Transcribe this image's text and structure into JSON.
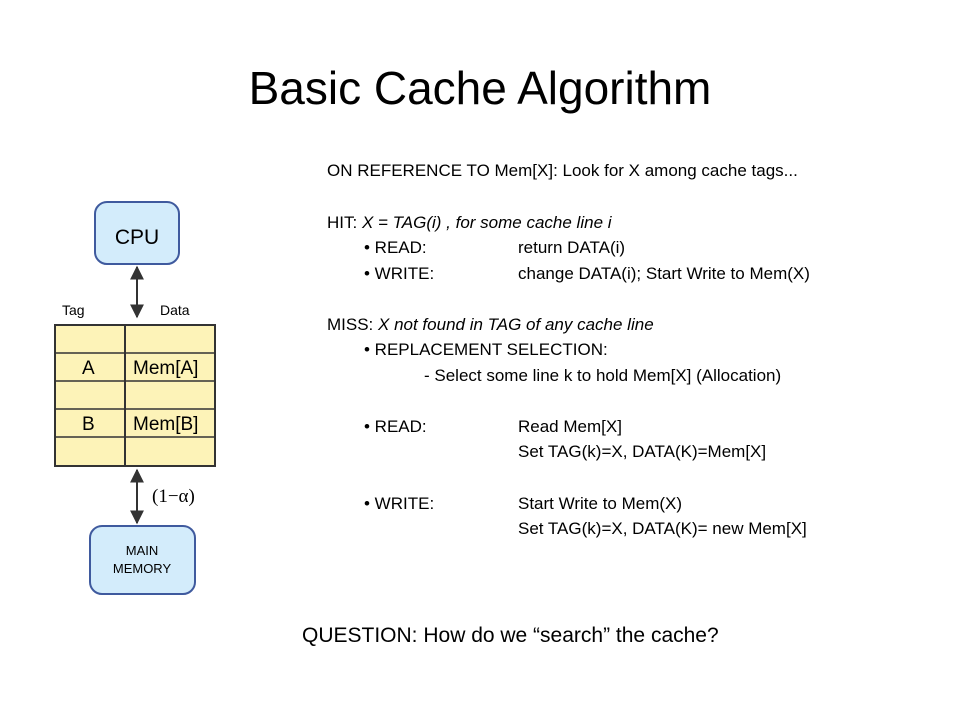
{
  "slide": {
    "title": "Basic Cache Algorithm",
    "question": "QUESTION: How do we “search” the cache?"
  },
  "diagram": {
    "cpu_label": "CPU",
    "memory_label_line1": "MAIN",
    "memory_label_line2": "MEMORY",
    "tag_header": "Tag",
    "data_header": "Data",
    "rows": [
      {
        "tag": "",
        "data": ""
      },
      {
        "tag": "A",
        "data": "Mem[A]"
      },
      {
        "tag": "",
        "data": ""
      },
      {
        "tag": "B",
        "data": "Mem[B]"
      },
      {
        "tag": "",
        "data": ""
      }
    ],
    "miss_ratio_label": "(1−α)",
    "colors": {
      "box_fill": "#d3ecfb",
      "box_stroke": "#3f5a9e",
      "table_fill": "#fdf3b8",
      "table_stroke": "#333333",
      "arrow": "#333333"
    }
  },
  "algorithm": {
    "on_reference": "ON REFERENCE TO Mem[X]: Look for X among cache tags...",
    "hit": {
      "prefix": "HIT: ",
      "condition": "X = TAG(i) , for some cache line i",
      "read_label": "• READ:",
      "read_action": "return DATA(i)",
      "write_label": "• WRITE:",
      "write_action": "change DATA(i); Start Write to Mem(X)"
    },
    "miss": {
      "prefix": "MISS: ",
      "condition": "X not found in TAG of any cache line",
      "replacement_label": "• REPLACEMENT SELECTION:",
      "replacement_detail": "- Select some line k to hold Mem[X] (Allocation)",
      "read_label": "• READ:",
      "read_action_1": "Read Mem[X]",
      "read_action_2": "Set TAG(k)=X, DATA(K)=Mem[X]",
      "write_label": "• WRITE:",
      "write_action_1": "Start Write to Mem(X)",
      "write_action_2": "Set TAG(k)=X, DATA(K)= new Mem[X]"
    }
  }
}
